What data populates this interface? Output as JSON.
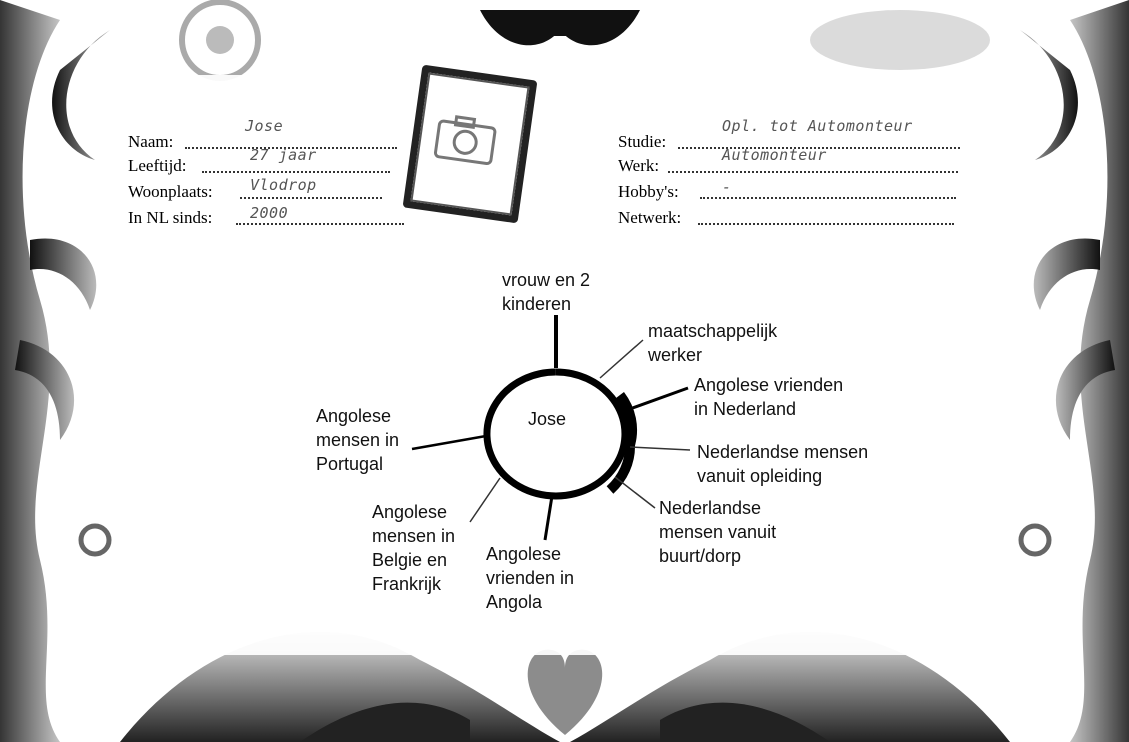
{
  "profile": {
    "left_fields": [
      {
        "label": "Naam:",
        "value": "Jose"
      },
      {
        "label": "Leeftijd:",
        "value": "27 jaar"
      },
      {
        "label": "Woonplaats:",
        "value": "Vlodrop"
      },
      {
        "label": "In NL sinds:",
        "value": "2000"
      }
    ],
    "right_fields": [
      {
        "label": "Studie:",
        "value": "Opl. tot Automonteur"
      },
      {
        "label": "Werk:",
        "value": "Automonteur"
      },
      {
        "label": "Hobby's:",
        "value": "-"
      },
      {
        "label": "Netwerk:",
        "value": ""
      }
    ],
    "photo_icon": "camera-icon"
  },
  "network": {
    "center": "Jose",
    "nodes": [
      {
        "text": "vrouw en 2\nkinderen"
      },
      {
        "text": "maatschappelijk\nwerker"
      },
      {
        "text": "Angolese vrienden\nin Nederland"
      },
      {
        "text": "Nederlandse mensen\nvanuit opleiding"
      },
      {
        "text": "Nederlandse\nmensen vanuit\nbuurt/dorp"
      },
      {
        "text": "Angolese\nvrienden in\nAngola"
      },
      {
        "text": "Angolese\nmensen in\nBelgie en\nFrankrijk"
      },
      {
        "text": "Angolese\nmensen in\nPortugal"
      }
    ]
  },
  "colors": {
    "frame_dark": "#1a1a1a",
    "frame_mid": "#7a7a7a",
    "heart": "#8c8c8c"
  }
}
